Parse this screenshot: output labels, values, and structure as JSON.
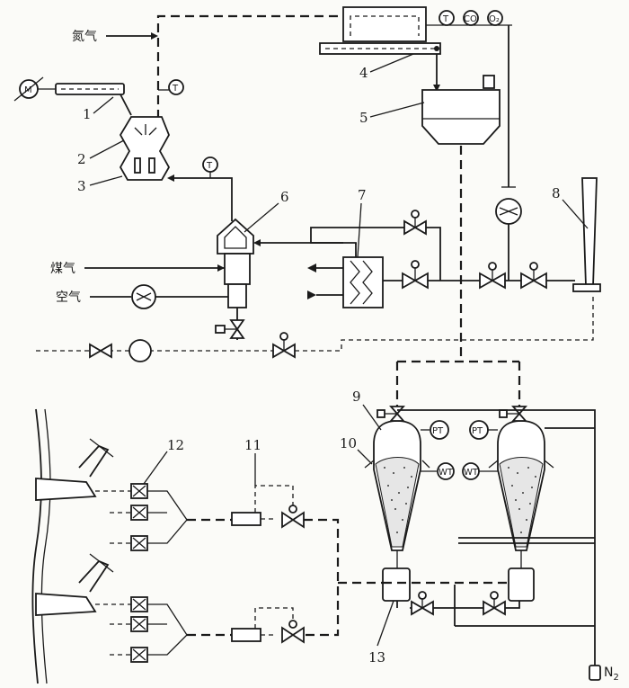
{
  "labels": {
    "nitrogen_top": "氮气",
    "coal_gas": "煤气",
    "air": "空气",
    "n2": "N",
    "n2_sub": "2",
    "motor": "M",
    "temp": "T",
    "co": "CO",
    "o2": "O₂",
    "pt": "PT",
    "wt": "WT"
  },
  "numbers": {
    "n1": "1",
    "n2": "2",
    "n3": "3",
    "n4": "4",
    "n5": "5",
    "n6": "6",
    "n7": "7",
    "n8": "8",
    "n9": "9",
    "n10": "10",
    "n11": "11",
    "n12": "12",
    "n13": "13"
  }
}
